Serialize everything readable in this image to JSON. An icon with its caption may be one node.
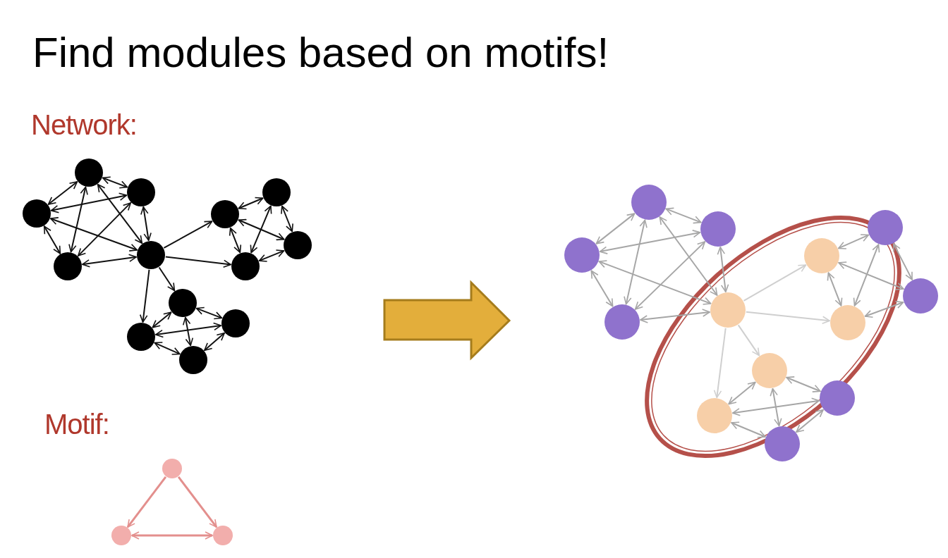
{
  "diagram": {
    "title": "Find modules based on motifs!",
    "nodes": [
      {
        "text": [],
        "shape": "circle"
      },
      {
        "text": [],
        "shape": "circle"
      },
      {
        "text": [],
        "shape": "circle"
      },
      {
        "text": [],
        "shape": "circle"
      },
      {
        "text": [],
        "shape": "circle"
      },
      {
        "text": [],
        "shape": "circle"
      },
      {
        "text": [],
        "shape": "circle"
      },
      {
        "text": [],
        "shape": "circle"
      },
      {
        "text": [],
        "shape": "circle"
      },
      {
        "text": [],
        "shape": "circle"
      },
      {
        "text": [],
        "shape": "circle"
      },
      {
        "text": [],
        "shape": "circle"
      },
      {
        "text": [],
        "shape": "circle"
      },
      {
        "text": [],
        "shape": "circle"
      },
      {
        "text": [],
        "shape": "circle"
      },
      {
        "text": [],
        "shape": "circle"
      },
      {
        "text": [],
        "shape": "circle"
      },
      {
        "text": [],
        "shape": "circle"
      },
      {
        "text": [],
        "shape": "circle"
      },
      {
        "text": [],
        "shape": "circle"
      },
      {
        "text": [],
        "shape": "circle"
      },
      {
        "text": [],
        "shape": "circle"
      },
      {
        "text": [],
        "shape": "circle"
      },
      {
        "text": [],
        "shape": "circle"
      },
      {
        "text": [],
        "shape": "circle"
      },
      {
        "text": [],
        "shape": "circle"
      },
      {
        "text": [],
        "shape": "circle"
      },
      {
        "text": [],
        "shape": "circle"
      },
      {
        "text": [],
        "shape": "circle"
      }
    ],
    "edges": [
      {
        "from": 0,
        "to": 1,
        "arrow": "both"
      },
      {
        "from": 0,
        "to": 2,
        "arrow": "both"
      },
      {
        "from": 0,
        "to": 3,
        "arrow": "both"
      },
      {
        "from": 0,
        "to": 4,
        "arrow": "both"
      },
      {
        "from": 1,
        "to": 2,
        "arrow": "both"
      },
      {
        "from": 1,
        "to": 3,
        "arrow": "both"
      },
      {
        "from": 1,
        "to": 4,
        "arrow": "both"
      },
      {
        "from": 2,
        "to": 3,
        "arrow": "both"
      },
      {
        "from": 2,
        "to": 4,
        "arrow": "both"
      },
      {
        "from": 3,
        "to": 4,
        "arrow": "both"
      },
      {
        "from": 4,
        "to": 5,
        "arrow": "to"
      },
      {
        "from": 4,
        "to": 8,
        "arrow": "to"
      },
      {
        "from": 4,
        "to": 9,
        "arrow": "to"
      },
      {
        "from": 4,
        "to": 11,
        "arrow": "to"
      },
      {
        "from": 5,
        "to": 6,
        "arrow": "both"
      },
      {
        "from": 5,
        "to": 8,
        "arrow": "both"
      },
      {
        "from": 5,
        "to": 7,
        "arrow": "both"
      },
      {
        "from": 6,
        "to": 8,
        "arrow": "both"
      },
      {
        "from": 6,
        "to": 7,
        "arrow": "both"
      },
      {
        "from": 7,
        "to": 8,
        "arrow": "both"
      },
      {
        "from": 9,
        "to": 10,
        "arrow": "both"
      },
      {
        "from": 9,
        "to": 11,
        "arrow": "both"
      },
      {
        "from": 9,
        "to": 12,
        "arrow": "both"
      },
      {
        "from": 11,
        "to": 10,
        "arrow": "both"
      },
      {
        "from": 11,
        "to": 12,
        "arrow": "both"
      },
      {
        "from": 12,
        "to": 10,
        "arrow": "both"
      },
      {
        "from": 13,
        "to": 14,
        "arrow": "both",
        "color": "#a6a6a6"
      },
      {
        "from": 13,
        "to": 15,
        "arrow": "both",
        "color": "#a6a6a6"
      },
      {
        "from": 13,
        "to": 16,
        "arrow": "both",
        "color": "#a6a6a6"
      },
      {
        "from": 13,
        "to": 17,
        "arrow": "both",
        "color": "#a6a6a6"
      },
      {
        "from": 14,
        "to": 15,
        "arrow": "both",
        "color": "#a6a6a6"
      },
      {
        "from": 14,
        "to": 16,
        "arrow": "both",
        "color": "#a6a6a6"
      },
      {
        "from": 14,
        "to": 17,
        "arrow": "both",
        "color": "#a6a6a6"
      },
      {
        "from": 15,
        "to": 16,
        "arrow": "both",
        "color": "#a6a6a6"
      },
      {
        "from": 15,
        "to": 17,
        "arrow": "both",
        "color": "#a6a6a6"
      },
      {
        "from": 16,
        "to": 17,
        "arrow": "both",
        "color": "#a6a6a6"
      },
      {
        "from": 17,
        "to": 18,
        "arrow": "to",
        "color": "#cfcfcf"
      },
      {
        "from": 17,
        "to": 21,
        "arrow": "to",
        "color": "#cfcfcf"
      },
      {
        "from": 17,
        "to": 22,
        "arrow": "to",
        "color": "#cfcfcf"
      },
      {
        "from": 17,
        "to": 24,
        "arrow": "to",
        "color": "#cfcfcf"
      },
      {
        "from": 18,
        "to": 19,
        "arrow": "both",
        "color": "#a6a6a6"
      },
      {
        "from": 18,
        "to": 21,
        "arrow": "both",
        "color": "#a6a6a6"
      },
      {
        "from": 18,
        "to": 20,
        "arrow": "both",
        "color": "#a6a6a6"
      },
      {
        "from": 19,
        "to": 21,
        "arrow": "both",
        "color": "#a6a6a6"
      },
      {
        "from": 19,
        "to": 20,
        "arrow": "both",
        "color": "#a6a6a6"
      },
      {
        "from": 20,
        "to": 21,
        "arrow": "both",
        "color": "#a6a6a6"
      },
      {
        "from": 22,
        "to": 23,
        "arrow": "both",
        "color": "#a6a6a6"
      },
      {
        "from": 22,
        "to": 24,
        "arrow": "both",
        "color": "#a6a6a6"
      },
      {
        "from": 22,
        "to": 25,
        "arrow": "both",
        "color": "#a6a6a6"
      },
      {
        "from": 24,
        "to": 23,
        "arrow": "both",
        "color": "#a6a6a6"
      },
      {
        "from": 24,
        "to": 25,
        "arrow": "both",
        "color": "#a6a6a6"
      },
      {
        "from": 25,
        "to": 23,
        "arrow": "both",
        "color": "#a6a6a6"
      },
      {
        "from": 26,
        "to": 27,
        "arrow": "to",
        "color": "#e38f8d"
      },
      {
        "from": 26,
        "to": 28,
        "arrow": "to",
        "color": "#e38f8d"
      },
      {
        "from": 27,
        "to": 28,
        "arrow": "both",
        "color": "#e38f8d"
      }
    ],
    "labels": [
      "Network:",
      "Motif:"
    ]
  }
}
